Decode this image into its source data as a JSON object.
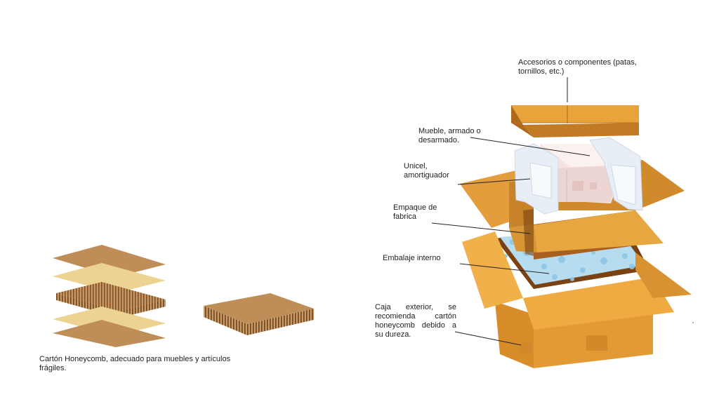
{
  "caption": "Cartón Honeycomb, adecuado para muebles y artículos frágiles.",
  "labels": {
    "accessories": "Accesorios o componentes (patas, tornillos, etc.)",
    "furniture": "Mueble, armado o desarmado.",
    "foam": "Unicel, amortiguador",
    "factory_packaging": "Empaque de fabrica",
    "inner_packing": "Embalaje interno",
    "outer_box": "Caja exterior, se recomienda cartón honeycomb debido a su dureza."
  },
  "colors": {
    "kraft": "#b98a52",
    "kraft_light": "#e9cf8c",
    "box_orange": "#e8a33a",
    "box_dark": "#9c5a18",
    "foam_white": "#e9f0f7",
    "peanuts": "#a9d6ee"
  }
}
